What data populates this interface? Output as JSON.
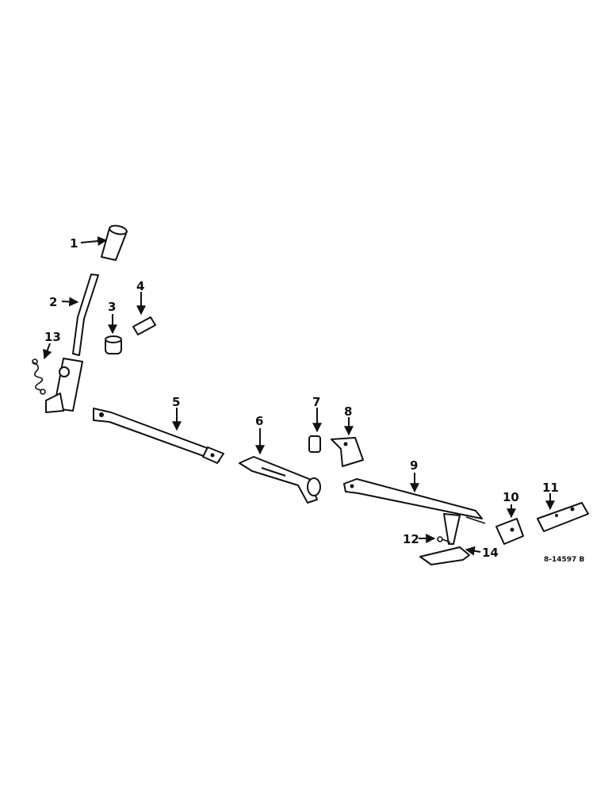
{
  "diagram": {
    "reference_code": "8-14597 B",
    "callouts": [
      {
        "id": "1",
        "label": "1"
      },
      {
        "id": "2",
        "label": "2"
      },
      {
        "id": "3",
        "label": "3"
      },
      {
        "id": "4",
        "label": "4"
      },
      {
        "id": "5",
        "label": "5"
      },
      {
        "id": "6",
        "label": "6"
      },
      {
        "id": "7",
        "label": "7"
      },
      {
        "id": "8",
        "label": "8"
      },
      {
        "id": "9",
        "label": "9"
      },
      {
        "id": "10",
        "label": "10"
      },
      {
        "id": "11",
        "label": "11"
      },
      {
        "id": "12",
        "label": "12"
      },
      {
        "id": "13",
        "label": "13"
      },
      {
        "id": "14",
        "label": "14"
      }
    ]
  }
}
